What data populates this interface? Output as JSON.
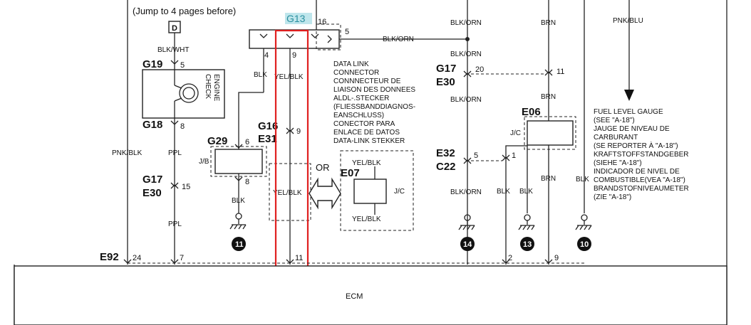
{
  "jump_note": "(Jump to 4 pages before)",
  "d_marker": "D",
  "connectors": {
    "g13": "G13",
    "g19": "G19",
    "g18": "G18",
    "g29": "G29",
    "g17_left": "G17",
    "e30_left": "E30",
    "g16": "G16",
    "e31": "E31",
    "e07": "E07",
    "g17_right": "G17",
    "e30_right": "E30",
    "e06": "E06",
    "e32": "E32",
    "c22": "C22",
    "e92": "E92"
  },
  "wires": {
    "blk_wht": "BLK/WHT",
    "blk_a": "BLK",
    "yel_blk_a": "YEL/BLK",
    "blk_orn_a": "BLK/ORN",
    "blk_orn_b": "BLK/ORN",
    "blk_orn_c": "BLK/ORN",
    "blk_orn_d": "BLK/ORN",
    "blk_orn_e": "BLK/ORN",
    "brn_a": "BRN",
    "brn_b": "BRN",
    "brn_c": "BRN",
    "pnk_blu": "PNK/BLU",
    "pnk_blk": "PNK/BLK",
    "ppl_a": "PPL",
    "ppl_b": "PPL",
    "blk_b": "BLK",
    "yel_blk_b": "YEL/BLK",
    "yel_blk_c": "YEL/BLK",
    "yel_blk_d": "YEL/BLK",
    "blk_c": "BLK",
    "blk_d": "BLK",
    "blk_e": "BLK"
  },
  "pins": {
    "g13_16": "16",
    "g13_5": "5",
    "g13_4": "4",
    "g13_9": "9",
    "g19_5": "5",
    "g18_8": "8",
    "g29_6": "6",
    "g29_8": "8",
    "g17l_15": "15",
    "g16_9": "9",
    "g17r_20": "20",
    "g17r_11": "11",
    "e32_5": "5",
    "e32_1": "1",
    "ecm_24": "24",
    "ecm_7": "7",
    "ecm_11": "11",
    "ecm_2": "2",
    "ecm_9": "9"
  },
  "jb": "J/B",
  "jc_e07": "J/C",
  "jc_e06": "J/C",
  "or": "OR",
  "check_engine": [
    "CHECK",
    "ENGINE"
  ],
  "dlc_lines": [
    "DATA LINK",
    "CONNECTOR",
    "CONNNECTEUR DE",
    "LIAISON DES DONNEES",
    "ALDL-.STECKER",
    "(FLIESSBANDDIAGNOS-",
    "EANSCHLUSS)",
    "CONECTOR PARA",
    "ENLACE DE DATOS",
    "DATA-LINK STEKKER"
  ],
  "fuel_lines": [
    "FUEL LEVEL GAUGE",
    "(SEE \"A-18\")",
    "JAUGE DE NIVEAU DE",
    "CARBURANT",
    "(SE REPORTER À \"A-18\")",
    "KRAFTSTOFFSTANDGEBER",
    "(SIEHE \"A-18\")",
    "INDICADOR DE NIVEL DE",
    "COMBUSTIBLE(VEA \"A-18\")",
    "BRANDSTOFNIVEAUMETER",
    "(ZIE \"A-18\")"
  ],
  "grounds": [
    "11",
    "14",
    "13",
    "10"
  ],
  "ecm": "ECM",
  "colors": {
    "highlight": "#e02020",
    "connector_tag_bg": "#bfe6ec",
    "connector_tag_text": "#2a8f9f"
  }
}
